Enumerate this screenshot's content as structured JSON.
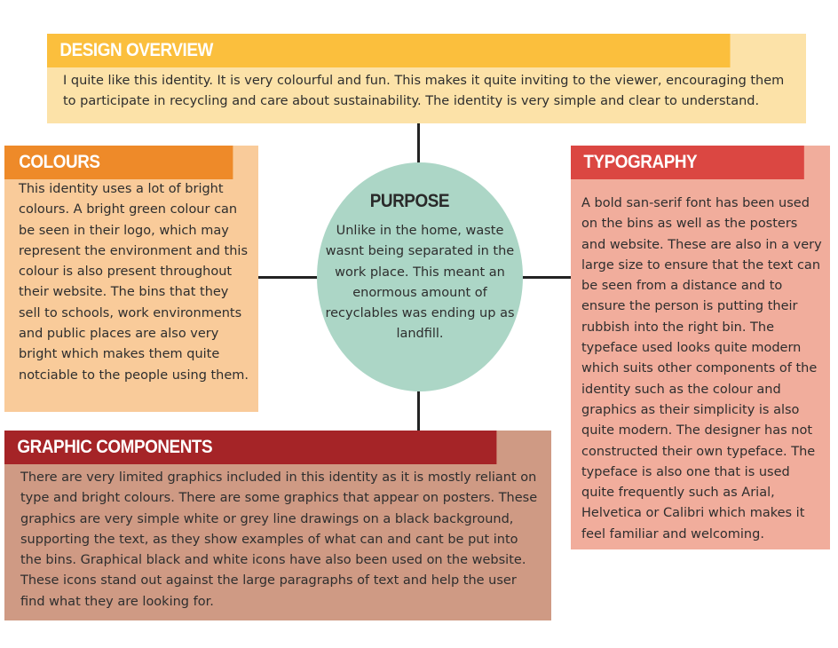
{
  "overview": {
    "title": "DESIGN OVERVIEW",
    "text": "I quite like this identity. It is very colourful and fun. This makes it quite inviting to the viewer, encouraging them to participate in recycling and care about sustainability. The identity is very simple and clear to understand."
  },
  "colours": {
    "title": "COLOURS",
    "text": "This identity uses a lot of bright colours. A bright green colour can be seen in their logo, which may represent the environment and this colour is also present throughout their website. The bins that they sell to schools, work environments and public places are also very bright which makes them quite notciable to the people using them."
  },
  "purpose": {
    "title": "PURPOSE",
    "text": "Unlike in the home, waste wasnt being separated in the work place. This meant an enormous amount of recyclables was ending up as landfill."
  },
  "typography": {
    "title": "TYPOGRAPHY",
    "text": "A bold san-serif font has been used on the bins as well as the posters and website. These are also in a very large size to ensure that the text can be seen from a distance and to ensure the person is putting their rubbish into the right bin. The typeface used looks quite modern which suits other components of the identity such as the colour and graphics as their simplicity is also quite modern. The designer has not constructed their own typeface. The typeface is also one that is used quite frequently such as Arial, Helvetica or Calibri which makes it feel familiar and welcoming."
  },
  "graphic": {
    "title": "GRAPHIC COMPONENTS",
    "text": "There are very limited graphics included in this identity as it is mostly reliant on type and bright colours. There are some graphics that appear on posters. These graphics are very simple white or grey line drawings on a black background, supporting the text, as they show examples of what can and cant be put into the bins. Graphical black and white icons have also been used on the website. These icons stand out against the large paragraphs of text and help the user find what they are looking for."
  },
  "colors": {
    "overview_header": "#fbbf3d",
    "colours_header": "#ee8a29",
    "typography_header": "#db4742",
    "graphic_header": "#a52427",
    "purpose_circle": "#acd6c6"
  }
}
